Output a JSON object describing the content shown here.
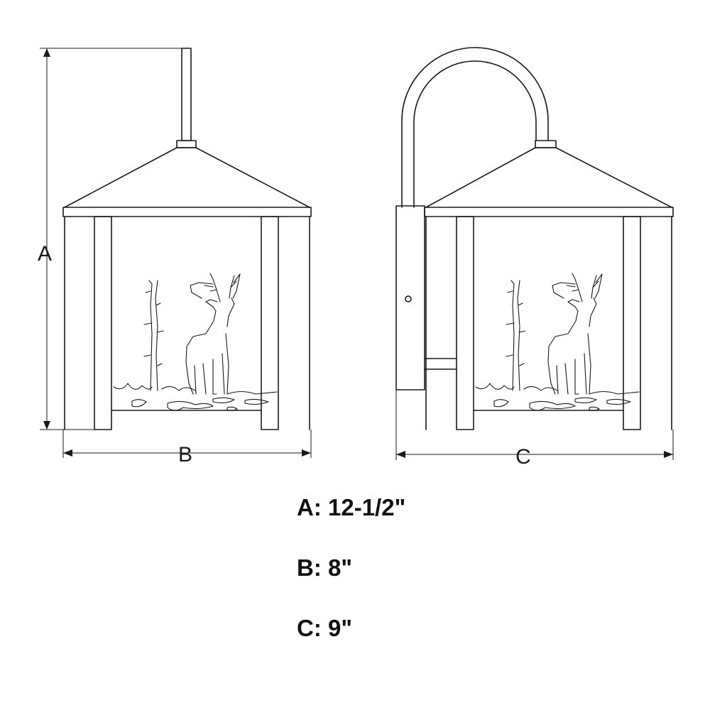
{
  "dimension_labels": {
    "a": "A",
    "b": "B",
    "c": "C"
  },
  "specs": [
    {
      "key": "A:",
      "value": "12-1/2\""
    },
    {
      "key": "B:",
      "value": "8\""
    },
    {
      "key": "C:",
      "value": "9\""
    }
  ],
  "colors": {
    "line": "#1a1a1a",
    "background": "#ffffff"
  }
}
